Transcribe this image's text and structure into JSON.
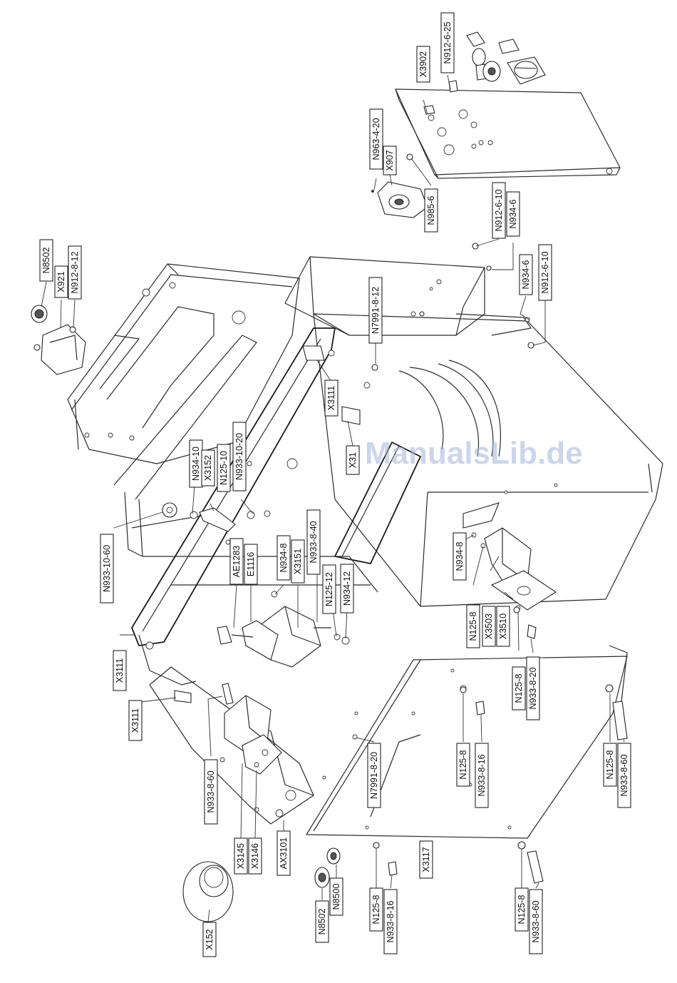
{
  "watermark": "ManualsLib.de",
  "labels": [
    {
      "id": "n8502_top",
      "text": "N8502"
    },
    {
      "id": "x921",
      "text": "X921"
    },
    {
      "id": "n912_8_12",
      "text": "N912-8-12"
    },
    {
      "id": "x3902",
      "text": "X3902"
    },
    {
      "id": "n912_6_25",
      "text": "N912-6-25"
    },
    {
      "id": "n963_4_20",
      "text": "N963-4-20"
    },
    {
      "id": "x907",
      "text": "X907"
    },
    {
      "id": "n985_6",
      "text": "N985-6"
    },
    {
      "id": "n912_6_10_a",
      "text": "N912-6-10"
    },
    {
      "id": "n934_6_a",
      "text": "N934-6"
    },
    {
      "id": "n934_6_b",
      "text": "N934-6"
    },
    {
      "id": "n912_6_10_b",
      "text": "N912-6-10"
    },
    {
      "id": "n7991_8_12",
      "text": "N7991-8-12"
    },
    {
      "id": "x3111_a",
      "text": "X3111"
    },
    {
      "id": "x3111_b",
      "text": "X31"
    },
    {
      "id": "n934_10",
      "text": "N934-10"
    },
    {
      "id": "x3152",
      "text": "X3152"
    },
    {
      "id": "n125_10",
      "text": "N125-10"
    },
    {
      "id": "n933_10_20",
      "text": "N933-10-20"
    },
    {
      "id": "n933_10_60",
      "text": "N933-10-60"
    },
    {
      "id": "ae1283",
      "text": "AE1283"
    },
    {
      "id": "e1116",
      "text": "E1116"
    },
    {
      "id": "n934_8_a",
      "text": "N934-8"
    },
    {
      "id": "x3151",
      "text": "X3151"
    },
    {
      "id": "n933_8_40",
      "text": "N933-8-40"
    },
    {
      "id": "n125_12",
      "text": "N125-12"
    },
    {
      "id": "n934_12",
      "text": "N934-12"
    },
    {
      "id": "n934_8_b",
      "text": "N934-8"
    },
    {
      "id": "n125_8_a",
      "text": "N125-8"
    },
    {
      "id": "x3503",
      "text": "X3503"
    },
    {
      "id": "x3510",
      "text": "X3510"
    },
    {
      "id": "n125_8_b",
      "text": "N125-8"
    },
    {
      "id": "n933_8_20",
      "text": "N933-8-20"
    },
    {
      "id": "x3111_c",
      "text": "X3111"
    },
    {
      "id": "x3111_d",
      "text": "X3111"
    },
    {
      "id": "n125_8_c",
      "text": "N125-8"
    },
    {
      "id": "n933_8_16_a",
      "text": "N933-8-16"
    },
    {
      "id": "n125_8_d",
      "text": "N125-8"
    },
    {
      "id": "n933_8_60_a",
      "text": "N933-8-60"
    },
    {
      "id": "n7991_8_20",
      "text": "N7991-8-20"
    },
    {
      "id": "n933_8_60_b",
      "text": "N933-8-60"
    },
    {
      "id": "x3145",
      "text": "X3145"
    },
    {
      "id": "x3146",
      "text": "X3146"
    },
    {
      "id": "ax3101",
      "text": "AX3101"
    },
    {
      "id": "x152",
      "text": "X152"
    },
    {
      "id": "n8502_bottom",
      "text": "N8502"
    },
    {
      "id": "n8500",
      "text": "N8500"
    },
    {
      "id": "n125_8_e",
      "text": "N125-8"
    },
    {
      "id": "n933_8_16_b",
      "text": "N933-8-16"
    },
    {
      "id": "x3117",
      "text": "X3117"
    },
    {
      "id": "n125_8_f",
      "text": "N125-8"
    },
    {
      "id": "n933_8_60_c",
      "text": "N933-8-60"
    }
  ]
}
